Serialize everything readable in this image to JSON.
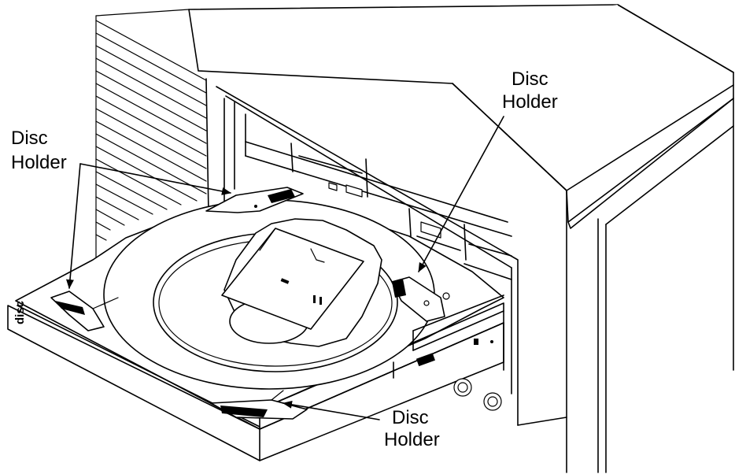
{
  "callouts": [
    {
      "id": "left",
      "lines": [
        "Disc",
        "Holder"
      ]
    },
    {
      "id": "top-right",
      "lines": [
        "Disc",
        "Holder"
      ]
    },
    {
      "id": "bottom",
      "lines": [
        "Disc",
        "Holder"
      ]
    }
  ],
  "tray_logo": "disc",
  "colors": {
    "line": "#000000",
    "background": "#ffffff"
  }
}
